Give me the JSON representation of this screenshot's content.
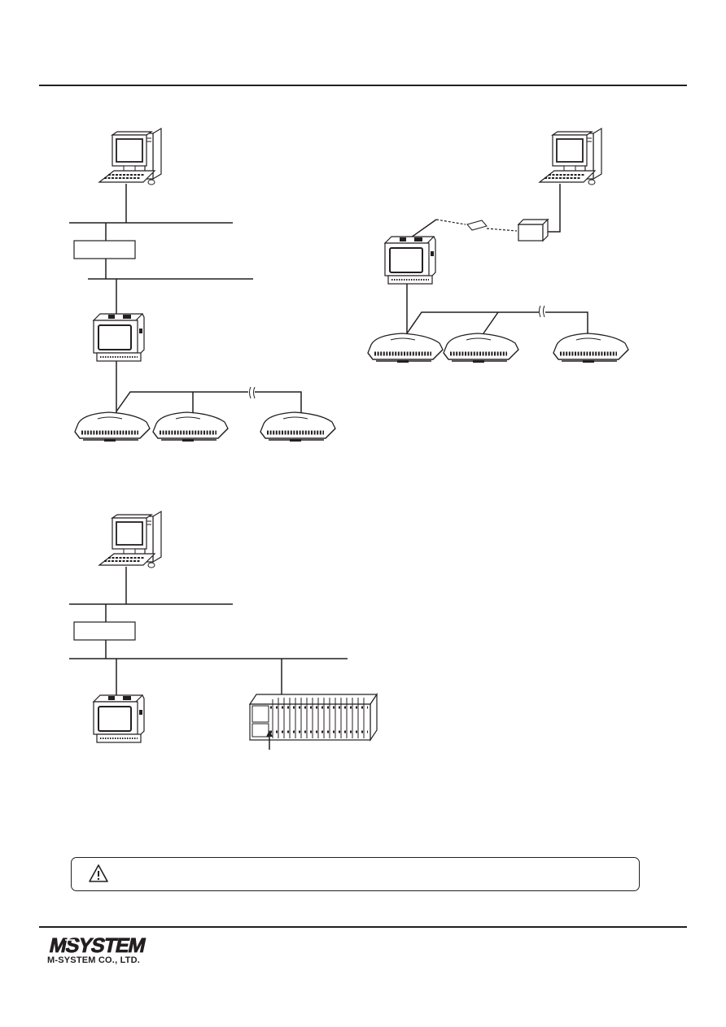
{
  "page": {
    "header_rule": true,
    "footer_rule": true
  },
  "diagrams": [
    {
      "name": "configuration-1",
      "devices": [
        "pc",
        "converter-box",
        "recorder",
        "io-module",
        "io-module",
        "io-module"
      ],
      "break_mark": true
    },
    {
      "name": "configuration-2",
      "devices": [
        "pc",
        "small-adapter",
        "cube-unit",
        "recorder",
        "io-module",
        "io-module",
        "io-module"
      ],
      "break_mark": true
    },
    {
      "name": "configuration-3",
      "devices": [
        "pc",
        "converter-box",
        "recorder",
        "rack-io-unit"
      ],
      "indicator": "arrow-up"
    }
  ],
  "warning": {
    "icon": "caution-triangle-icon",
    "text": ""
  },
  "footer": {
    "logo_text": "MSYSTEM",
    "company": "M-SYSTEM CO., LTD."
  },
  "colors": {
    "ink": "#231f20",
    "panel_fill": "#ffffff",
    "screen_fill": "#ffffff",
    "background": "#ffffff"
  }
}
